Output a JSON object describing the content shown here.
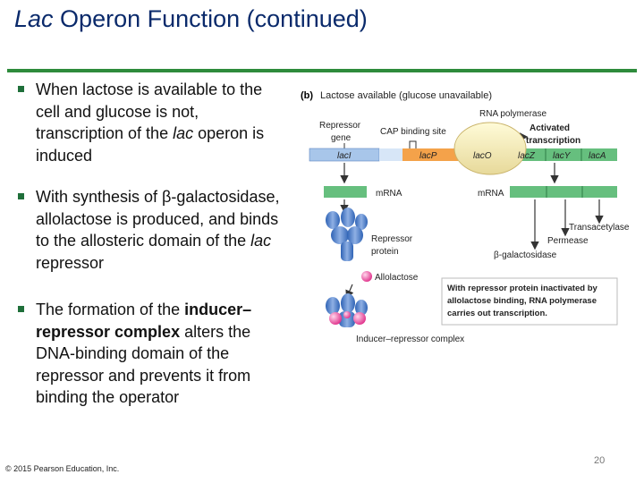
{
  "slide": {
    "title_italic": "Lac",
    "title_rest": " Operon Function (continued)",
    "copyright": "© 2015 Pearson Education, Inc.",
    "page_number": "20"
  },
  "bullets": [
    {
      "pre": "When lactose is available to the cell and glucose is not, transcription of the ",
      "italic": "lac",
      "post": " operon is induced"
    },
    {
      "pre": "With synthesis of β-galactosidase, allolactose is produced, and binds to the allosteric domain of the ",
      "italic": "lac",
      "post": " repressor"
    },
    {
      "pre": "The formation of the ",
      "bold": "inducer–repressor complex",
      "post": " alters the DNA-binding domain of the repressor and prevents it from binding the operator"
    }
  ],
  "diagram": {
    "panel_tag": "(b)",
    "panel_title": "Lactose available (glucose unavailable)",
    "repressor_gene_line1": "Repressor",
    "repressor_gene_line2": "gene",
    "cap_site": "CAP binding site",
    "rna_pol": "RNA polymerase",
    "activated_line1": "Activated",
    "activated_line2": "transcription",
    "genes": [
      "lacI",
      "lacP",
      "lacO",
      "lacZ",
      "lacY",
      "lacA"
    ],
    "mrna_left": "mRNA",
    "mrna_right": "mRNA",
    "repressor_line1": "Repressor",
    "repressor_line2": "protein",
    "transacetylase": "Transacetylase",
    "permease": "Permease",
    "bgal": "β-galactosidase",
    "allolactose": "Allolactose",
    "info_box": [
      "With repressor protein inactivated by",
      "allolactose binding, RNA polymerase",
      "carries out transcription."
    ],
    "complex": "Inducer–repressor complex"
  }
}
